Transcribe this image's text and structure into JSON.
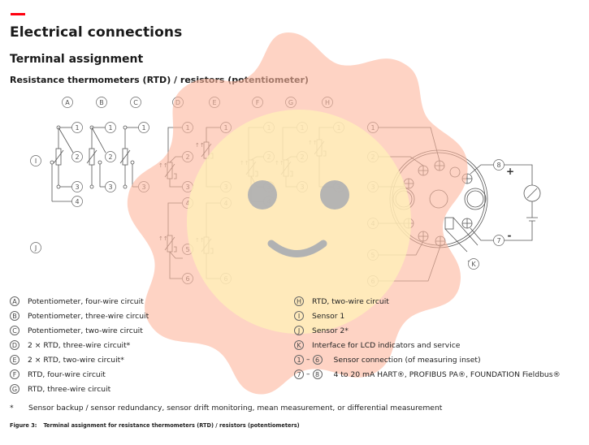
{
  "header": {
    "title": "Electrical connections",
    "subtitle": "Terminal assignment",
    "section": "Resistance thermometers (RTD) / resistors (potentiometer)"
  },
  "diagram": {
    "circuit_labels": [
      "A",
      "B",
      "C",
      "D",
      "E",
      "F",
      "G",
      "H"
    ],
    "sensor_labels": [
      "I",
      "J"
    ],
    "interface_label": "K",
    "terminals": [
      "1",
      "2",
      "3",
      "4",
      "5",
      "6",
      "7",
      "8"
    ],
    "polarity": {
      "plus": "+",
      "minus": "-"
    }
  },
  "legend": {
    "left": [
      {
        "key": "A",
        "text": "Potentiometer, four-wire circuit"
      },
      {
        "key": "B",
        "text": "Potentiometer, three-wire circuit"
      },
      {
        "key": "C",
        "text": "Potentiometer, two-wire circuit"
      },
      {
        "key": "D",
        "text": "2 × RTD, three-wire circuit*"
      },
      {
        "key": "E",
        "text": "2 × RTD, two-wire circuit*"
      },
      {
        "key": "F",
        "text": "RTD, four-wire circuit"
      },
      {
        "key": "G",
        "text": "RTD, three-wire circuit"
      }
    ],
    "right": [
      {
        "key": "H",
        "text": "RTD, two-wire circuit"
      },
      {
        "key": "I",
        "text": "Sensor 1"
      },
      {
        "key": "J",
        "text": "Sensor 2*"
      },
      {
        "key": "K",
        "text": "Interface for LCD indicators and service"
      }
    ],
    "ranges": [
      {
        "from": "1",
        "to": "6",
        "text": "Sensor connection (of measuring inset)"
      },
      {
        "from": "7",
        "to": "8",
        "text": "4 to 20 mA HART®, PROFIBUS PA®, FOUNDATION Fieldbus®"
      }
    ]
  },
  "footnote": {
    "marker": "*",
    "text": "Sensor backup / sensor redundancy, sensor drift monitoring, mean measurement, or differential measurement"
  },
  "caption": {
    "figure": "Figure 3:",
    "text": "Terminal assignment for resistance thermometers (RTD) / resistors (potentiometers)"
  },
  "colors": {
    "accent": "#ff000f",
    "sun_outer": "#fdb59c",
    "sun_inner": "#fff2b8",
    "face_features": "#a9acb2",
    "line": "#555555"
  }
}
